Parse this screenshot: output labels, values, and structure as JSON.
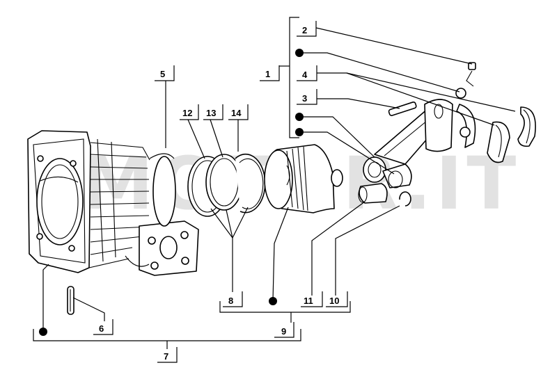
{
  "watermark": "SMOTOR.IT",
  "callouts": {
    "c1": "1",
    "c2": "2",
    "c3": "3",
    "c4": "4",
    "c5": "5",
    "c6": "6",
    "c7": "7",
    "c8": "8",
    "c9": "9",
    "c10": "10",
    "c11": "11",
    "c12": "12",
    "c13": "13",
    "c14": "14"
  }
}
